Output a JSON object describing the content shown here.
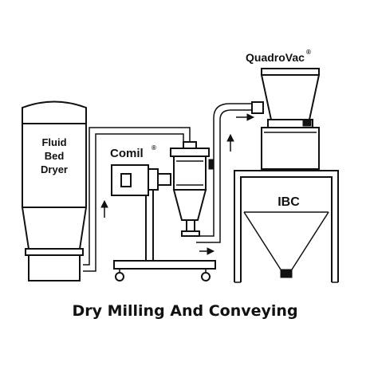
{
  "diagram": {
    "title": "Dry Milling And Conveying",
    "labels": {
      "fluid_bed_line1": "Fluid",
      "fluid_bed_line2": "Bed",
      "fluid_bed_line3": "Dryer",
      "comil": "Comil",
      "comil_mark": "®",
      "quadrovac": "QuadroVac",
      "quadrovac_mark": "®",
      "ibc": "IBC"
    },
    "icons": [
      "arrow-up-icon",
      "arrow-right-icon",
      "caster-wheel-icon"
    ]
  }
}
